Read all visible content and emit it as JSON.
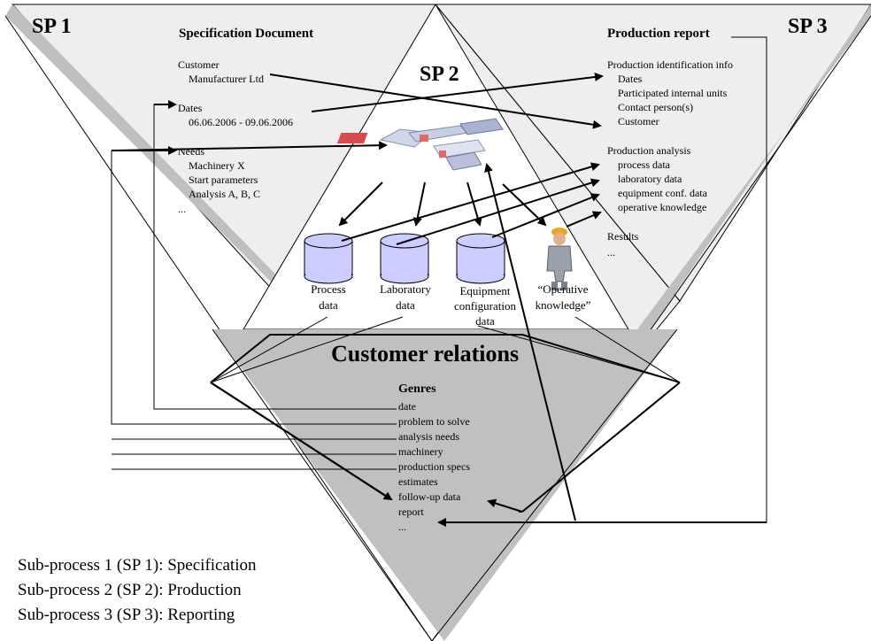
{
  "diagram": {
    "sp1_label": "SP 1",
    "sp2_label": "SP 2",
    "sp3_label": "SP 3",
    "spec_doc": {
      "title": "Specification Document",
      "lines": [
        "Customer",
        "Manufacturer Ltd",
        "Dates",
        "06.06.2006 - 09.06.2006",
        "Needs",
        "Machinery X",
        "Start parameters",
        "Analysis A, B, C",
        "..."
      ]
    },
    "prod_report": {
      "title": "Production report",
      "lines": [
        "Production identification info",
        "Dates",
        "Participated internal units",
        "Contact person(s)",
        "Customer",
        "Production analysis",
        "process data",
        "laboratory data",
        "equipment conf. data",
        "operative knowledge",
        "Results",
        "..."
      ]
    },
    "databases": [
      {
        "lines": [
          "Process",
          "data"
        ]
      },
      {
        "lines": [
          "Laboratory",
          "data"
        ]
      },
      {
        "lines": [
          "Equipment",
          "configuration",
          "data"
        ]
      },
      {
        "lines": [
          "“Operative",
          "knowledge”"
        ]
      }
    ],
    "customer_relations": {
      "title": "Customer relations",
      "genres_title": "Genres",
      "genres": [
        "date",
        "problem to solve",
        "analysis needs",
        "machinery",
        "production specs",
        "estimates",
        "follow-up data",
        "report",
        "..."
      ]
    },
    "legend": [
      "Sub-process 1 (SP 1): Specification",
      "Sub-process 2 (SP 2): Production",
      "Sub-process 3 (SP 3): Reporting"
    ],
    "icons": [
      "factory-machinery-icon",
      "worker-icon",
      "database-cylinder-icon"
    ]
  }
}
